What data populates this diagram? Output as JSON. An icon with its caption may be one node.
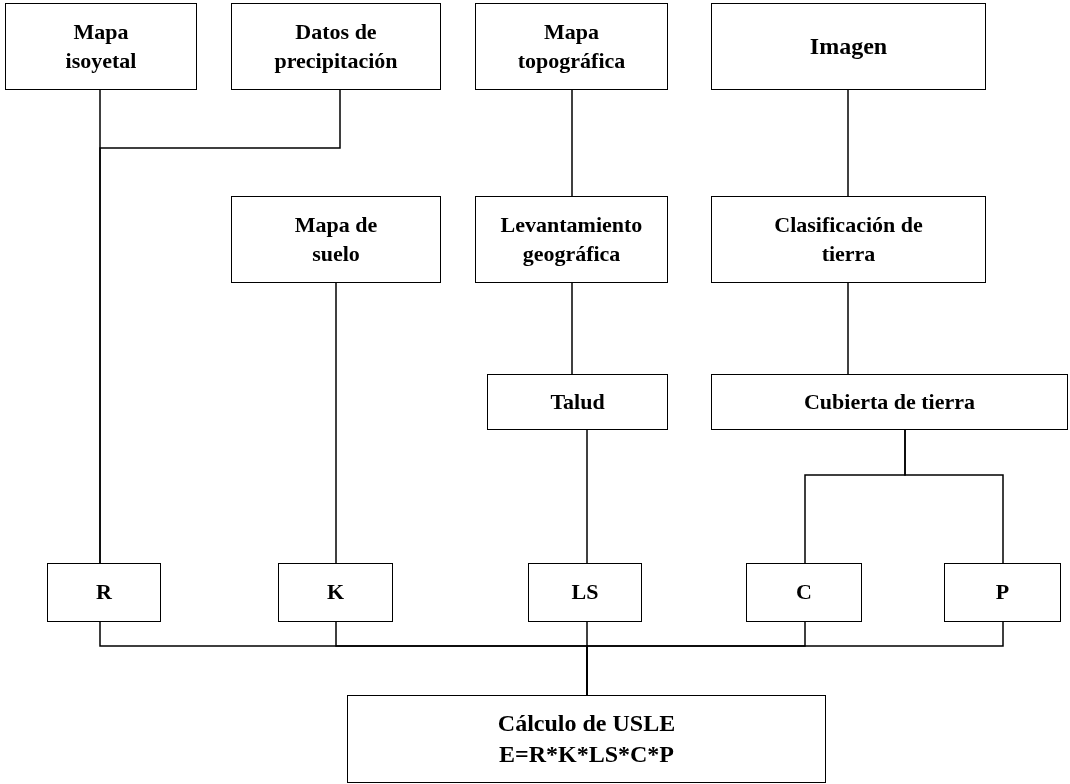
{
  "diagram": {
    "nodes": [
      {
        "text": [
          "Mapa isoyetal"
        ]
      },
      {
        "text": [
          "Datos de precipitación"
        ]
      },
      {
        "text": [
          "Mapa topográfica"
        ]
      },
      {
        "text": [
          "Imagen"
        ]
      },
      {
        "text": [
          "Mapa de suelo"
        ]
      },
      {
        "text": [
          "Levantamiento geográfica"
        ]
      },
      {
        "text": [
          "Clasificación de tierra"
        ]
      },
      {
        "text": [
          "Talud"
        ]
      },
      {
        "text": [
          "Cubierta de tierra"
        ]
      },
      {
        "text": [
          "R"
        ]
      },
      {
        "text": [
          "K"
        ]
      },
      {
        "text": [
          "LS"
        ]
      },
      {
        "text": [
          "C"
        ]
      },
      {
        "text": [
          "P"
        ]
      },
      {
        "text": [
          "Cálculo de USLE E=R*K*LS*C*P"
        ]
      }
    ],
    "edges": [
      {
        "from": 0,
        "to": 9,
        "arrow": "none"
      },
      {
        "from": 1,
        "to": 9,
        "arrow": "none"
      },
      {
        "from": 2,
        "to": 5,
        "arrow": "none"
      },
      {
        "from": 3,
        "to": 6,
        "arrow": "none"
      },
      {
        "from": 4,
        "to": 10,
        "arrow": "none"
      },
      {
        "from": 5,
        "to": 7,
        "arrow": "none"
      },
      {
        "from": 6,
        "to": 8,
        "arrow": "none"
      },
      {
        "from": 7,
        "to": 11,
        "arrow": "none"
      },
      {
        "from": 8,
        "to": 12,
        "arrow": "none"
      },
      {
        "from": 8,
        "to": 13,
        "arrow": "none"
      },
      {
        "from": 9,
        "to": 14,
        "arrow": "none"
      },
      {
        "from": 10,
        "to": 14,
        "arrow": "none"
      },
      {
        "from": 11,
        "to": 14,
        "arrow": "none"
      },
      {
        "from": 12,
        "to": 14,
        "arrow": "none"
      },
      {
        "from": 13,
        "to": 14,
        "arrow": "none"
      }
    ]
  }
}
